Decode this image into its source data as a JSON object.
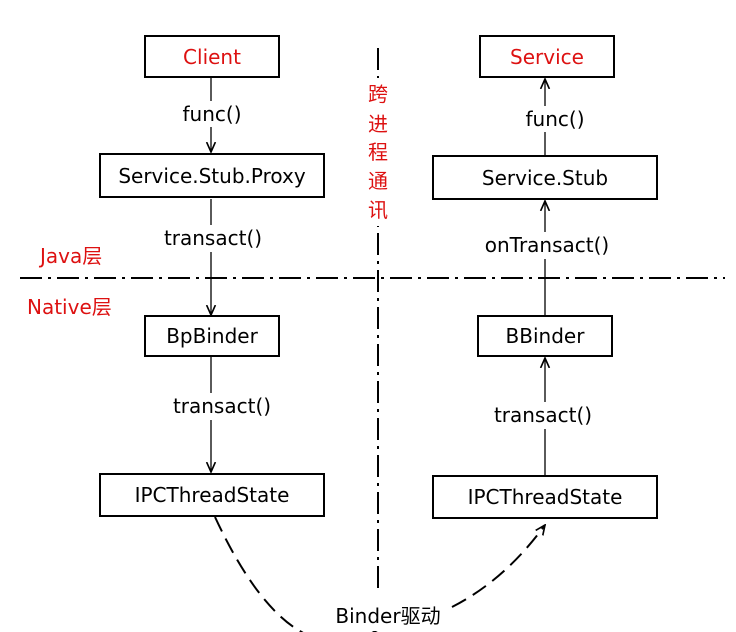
{
  "colors": {
    "accent_red": "#dd1111",
    "line": "#000000"
  },
  "client_side": {
    "client": "Client",
    "func_call": "func()",
    "proxy": "Service.Stub.Proxy",
    "transact_java": "transact()",
    "bpbinder": "BpBinder",
    "transact_native": "transact()",
    "ipc": "IPCThreadState"
  },
  "service_side": {
    "service": "Service",
    "func_call": "func()",
    "stub": "Service.Stub",
    "on_transact": "onTransact()",
    "bbinder": "BBinder",
    "transact_native": "transact()",
    "ipc": "IPCThreadState"
  },
  "layers": {
    "java": "Java层",
    "native": "Native层"
  },
  "cross_process": [
    "跨",
    "进",
    "程",
    "通",
    "讯"
  ],
  "driver": "Binder驱动"
}
